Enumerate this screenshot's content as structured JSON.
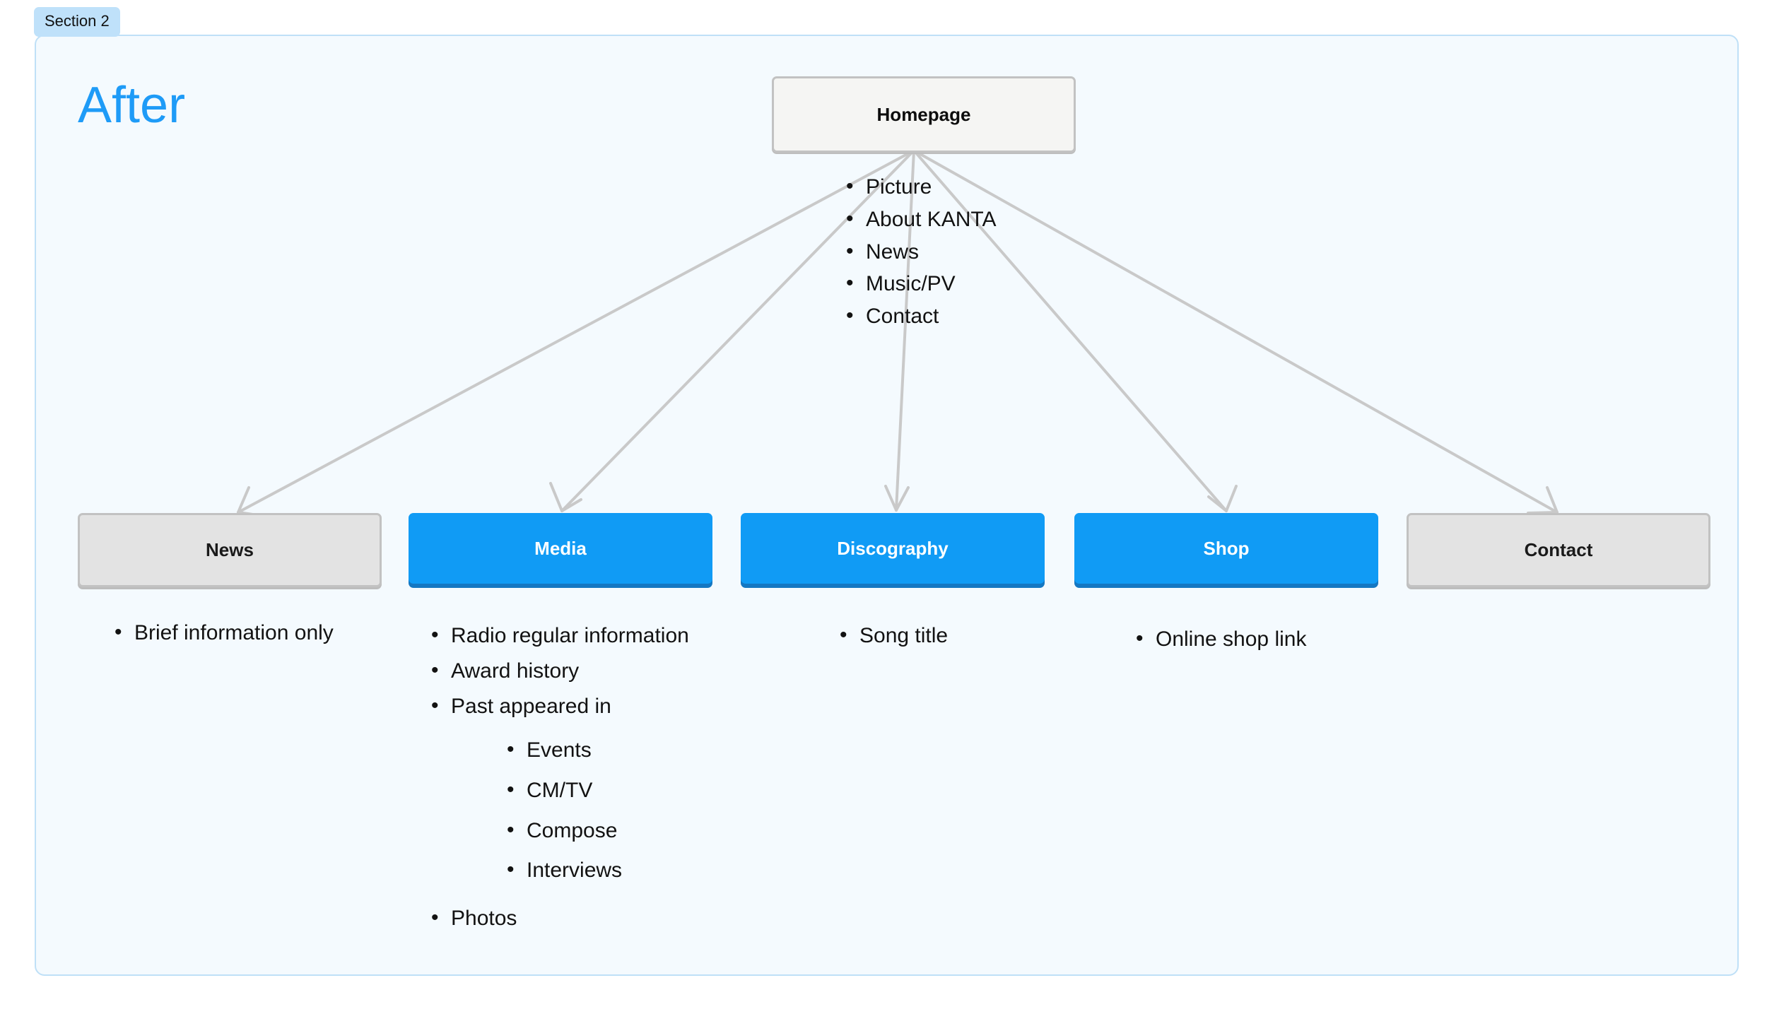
{
  "section": {
    "badge_label": "Section 2"
  },
  "diagram": {
    "title": "After",
    "title_color": "#1e9bf7",
    "frame_bg": "#f4fafe",
    "frame_border": "#bfe0f7",
    "type": "sitemap-tree",
    "root": {
      "label": "Homepage",
      "style": "grey-light",
      "fill": "#f5f5f3",
      "border": "#c2c2c2",
      "items": [
        "Picture",
        "About KANTA",
        "News",
        "Music/PV",
        "Contact"
      ]
    },
    "children": [
      {
        "label": "News",
        "style": "grey",
        "fill": "#e3e3e3",
        "text_color": "#1a1a1a",
        "items": [
          {
            "text": "Brief information only",
            "level": 1
          }
        ]
      },
      {
        "label": "Media",
        "style": "blue",
        "fill": "#109bf5",
        "text_color": "#ffffff",
        "items": [
          {
            "text": "Radio regular information",
            "level": 1
          },
          {
            "text": "Award history",
            "level": 1
          },
          {
            "text": "Past appeared in",
            "level": 1
          },
          {
            "text": "Events",
            "level": 2
          },
          {
            "text": "CM/TV",
            "level": 2
          },
          {
            "text": "Compose",
            "level": 2
          },
          {
            "text": "Interviews",
            "level": 2
          },
          {
            "text": "Photos",
            "level": 1
          }
        ]
      },
      {
        "label": "Discography",
        "style": "blue",
        "fill": "#109bf5",
        "text_color": "#ffffff",
        "items": [
          {
            "text": "Song title",
            "level": 1
          }
        ]
      },
      {
        "label": "Shop",
        "style": "blue",
        "fill": "#109bf5",
        "text_color": "#ffffff",
        "items": [
          {
            "text": "Online shop link",
            "level": 1
          }
        ]
      },
      {
        "label": "Contact",
        "style": "grey",
        "fill": "#e3e3e3",
        "text_color": "#1a1a1a",
        "items": []
      }
    ],
    "connector_color": "#c9c9c9"
  }
}
